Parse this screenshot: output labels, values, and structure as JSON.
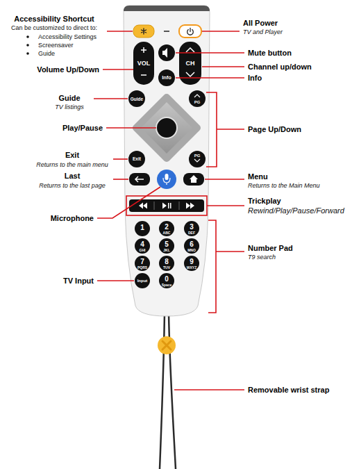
{
  "diagram": {
    "labels": [
      "Accessibility Shortcut",
      "Can be customized to direct to:",
      "Accessibility Settings",
      "Screensaver",
      "Guide",
      "All Power",
      "TV and Player",
      "Mute button",
      "Volume Up/Down",
      "Channel up/down",
      "Info",
      "Guide",
      "TV listings",
      "Page Up/Down",
      "Play/Pause",
      "Exit",
      "Returns to the main menu",
      "Last",
      "Returns to the last page",
      "Menu",
      "Returns to the Main Menu",
      "Microphone",
      "Trickplay",
      "Rewind/Play/Pause/Forward",
      "Number Pad",
      "T9 search",
      "TV Input",
      "Removable wrist strap",
      "VOL",
      "CH",
      "Info",
      "Guide",
      "PG",
      "Exit",
      "PG",
      "1",
      "2",
      "ABC",
      "3",
      "DEF",
      "4",
      "GHI",
      "5",
      "JKL",
      "6",
      "MNO",
      "7",
      "PQRS",
      "8",
      "TUV",
      "9",
      "WXYZ",
      "Input",
      "0",
      "Space"
    ]
  }
}
